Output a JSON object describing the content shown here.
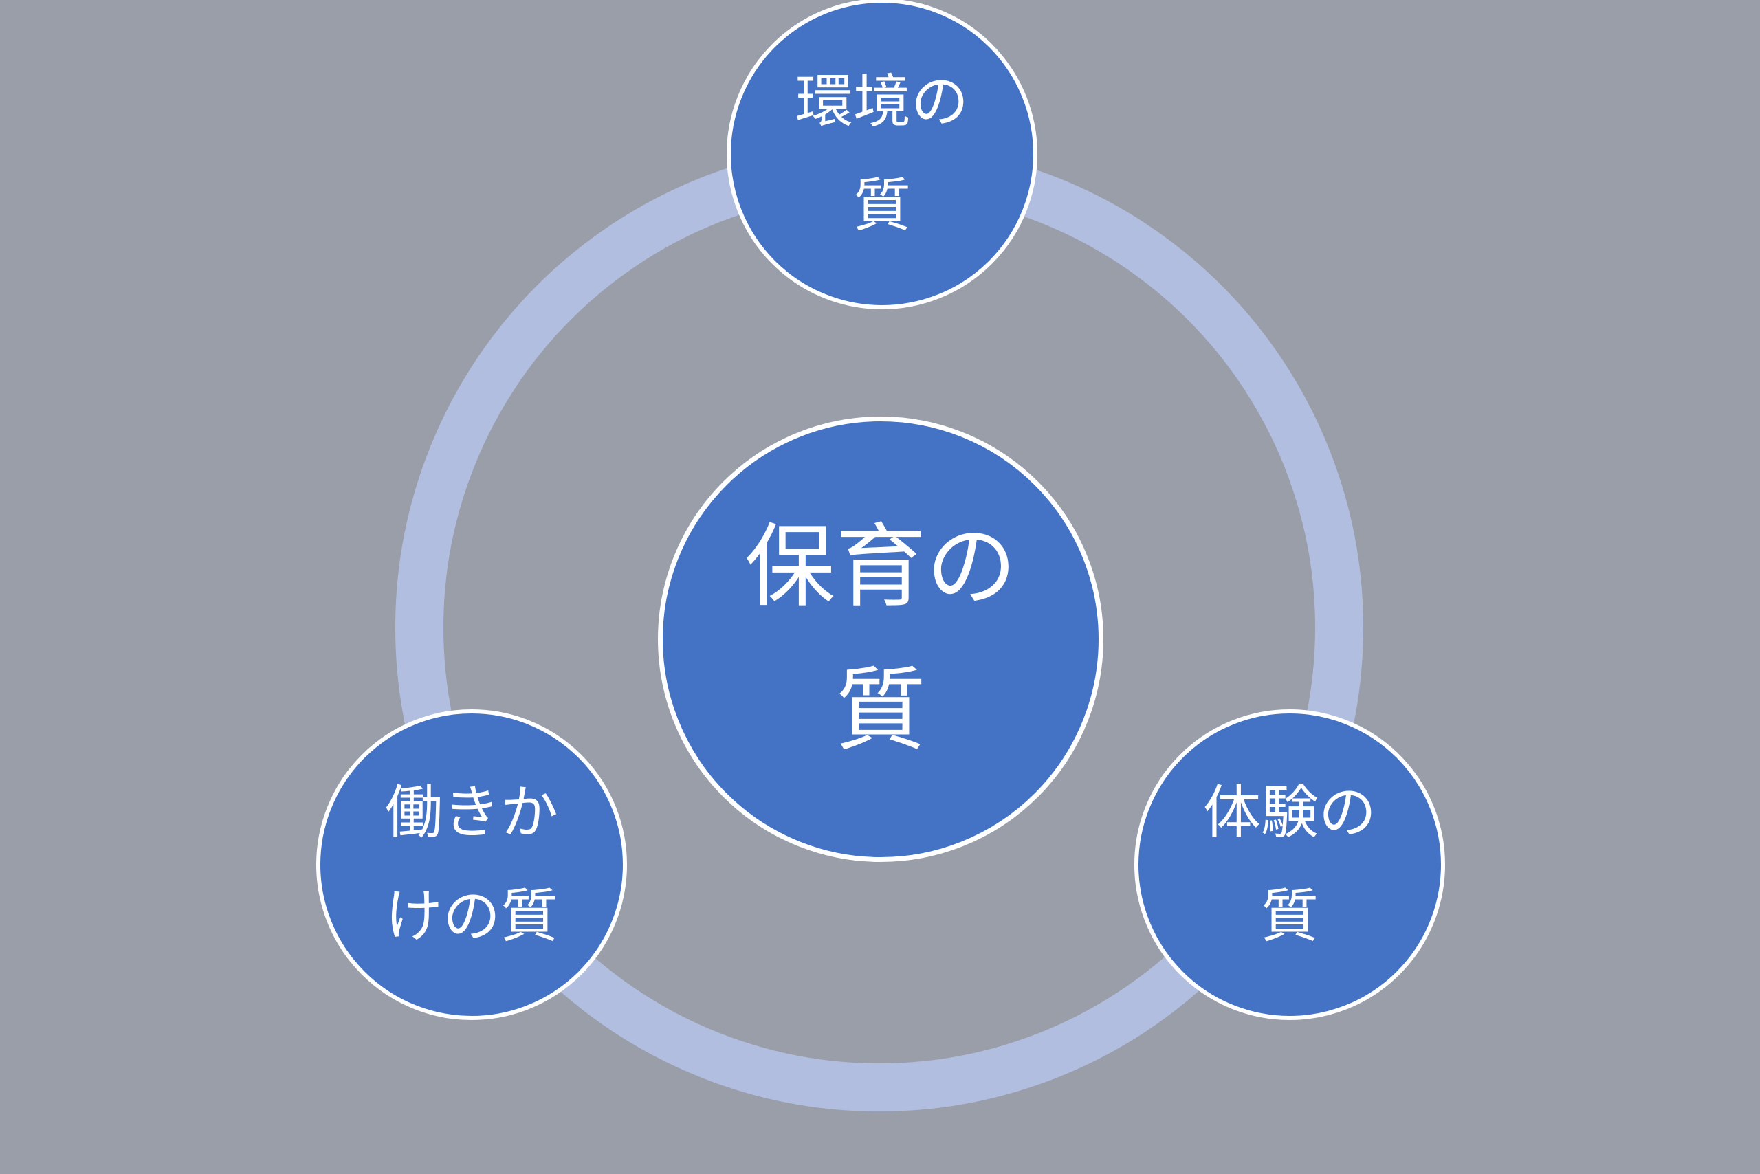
{
  "diagram": {
    "type": "cycle",
    "center_node": {
      "line1": "保育の",
      "line2": "質",
      "full_label": "保育の質"
    },
    "satellite_nodes": [
      {
        "position": "top",
        "line1": "環境の",
        "line2": "質",
        "full_label": "環境の質"
      },
      {
        "position": "bottom-left",
        "line1": "働きか",
        "line2": "けの質",
        "full_label": "働きかけの質"
      },
      {
        "position": "bottom-right",
        "line1": "体験の",
        "line2": "質",
        "full_label": "体験の質"
      }
    ],
    "colors": {
      "background": "#999EA8",
      "ring": "#B2BEE0",
      "node_fill": "#4473C5",
      "node_border": "#FFFFFF",
      "text": "#FFFFFF"
    }
  }
}
